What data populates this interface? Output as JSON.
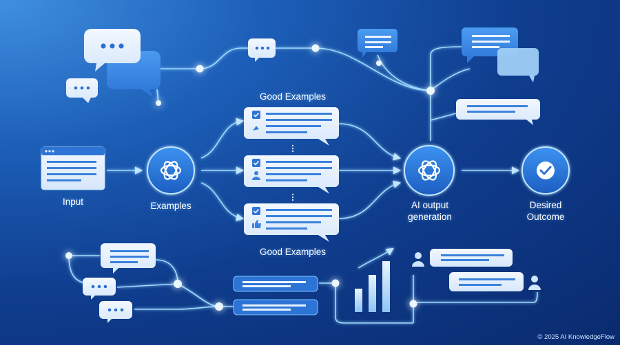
{
  "nodes": {
    "input": {
      "label": "Input"
    },
    "examples": {
      "label": "Examples"
    },
    "good_top": {
      "label": "Good Examples"
    },
    "good_bottom": {
      "label": "Good Examples"
    },
    "ai_output": {
      "label": "AI output generation"
    },
    "desired": {
      "label": "Desired Outcome"
    }
  },
  "footer": {
    "copyright": "© 2025 AI KnowledgeFlow"
  },
  "icons": {
    "input": "browser-window-icon",
    "examples": "openai-logo-icon",
    "ai_output": "openai-logo-icon",
    "desired": "checkmark-icon",
    "chart": "bar-chart-icon",
    "user": "user-icon",
    "thumb": "thumbs-up-icon",
    "check": "checkbox-icon",
    "chat": "chat-bubble-icon"
  },
  "colors": {
    "background_dark": "#0a2a6e",
    "background_light": "#3f8fe0",
    "line_glow": "#9fdcff",
    "node_circle": "#2a78d8",
    "card_fill": "#e9f3ff",
    "accent": "#2d7be0"
  }
}
